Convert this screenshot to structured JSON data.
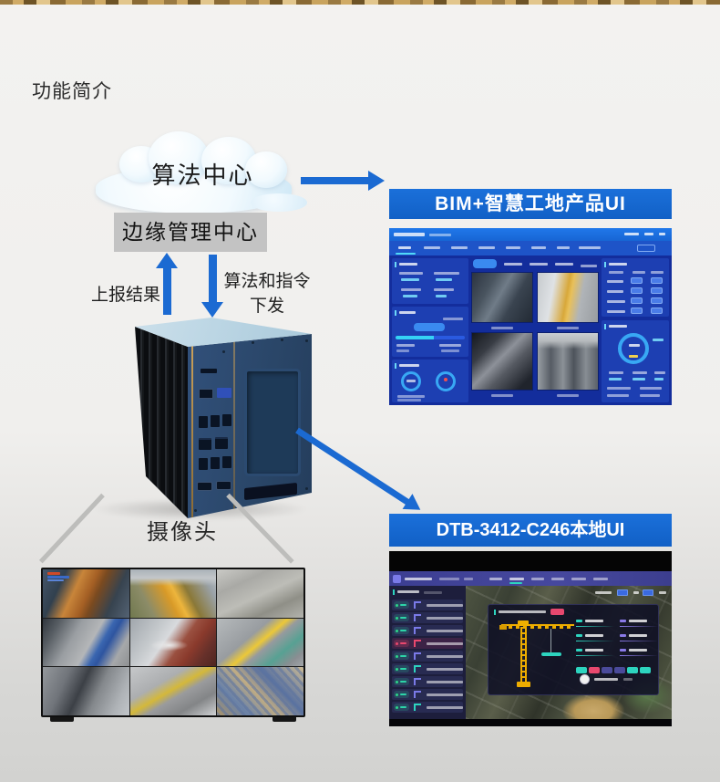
{
  "page": {
    "title": "功能简介"
  },
  "flow": {
    "cloud_label": "算法中心",
    "edge_center_label": "边缘管理中心",
    "upload_label": "上报结果",
    "dispatch_label_line1": "算法和指令",
    "dispatch_label_line2": "下发",
    "camera_label": "摄像头"
  },
  "panels": {
    "bim": {
      "title": "BIM+智慧工地产品UI"
    },
    "local": {
      "title": "DTB-3412-C246本地UI"
    }
  },
  "colors": {
    "arrow_blue": "#1b6ad2",
    "banner_blue": "#1365cf",
    "bim_dashboard_navy": "#132d9c",
    "local_dashboard_dark": "#232547",
    "accent_teal": "#2dd4bf",
    "alert_red": "#e8486e",
    "crane_yellow": "#eead00",
    "edge_box_gray": "#c3c3c3",
    "gold_strip": "#c9a45e"
  }
}
